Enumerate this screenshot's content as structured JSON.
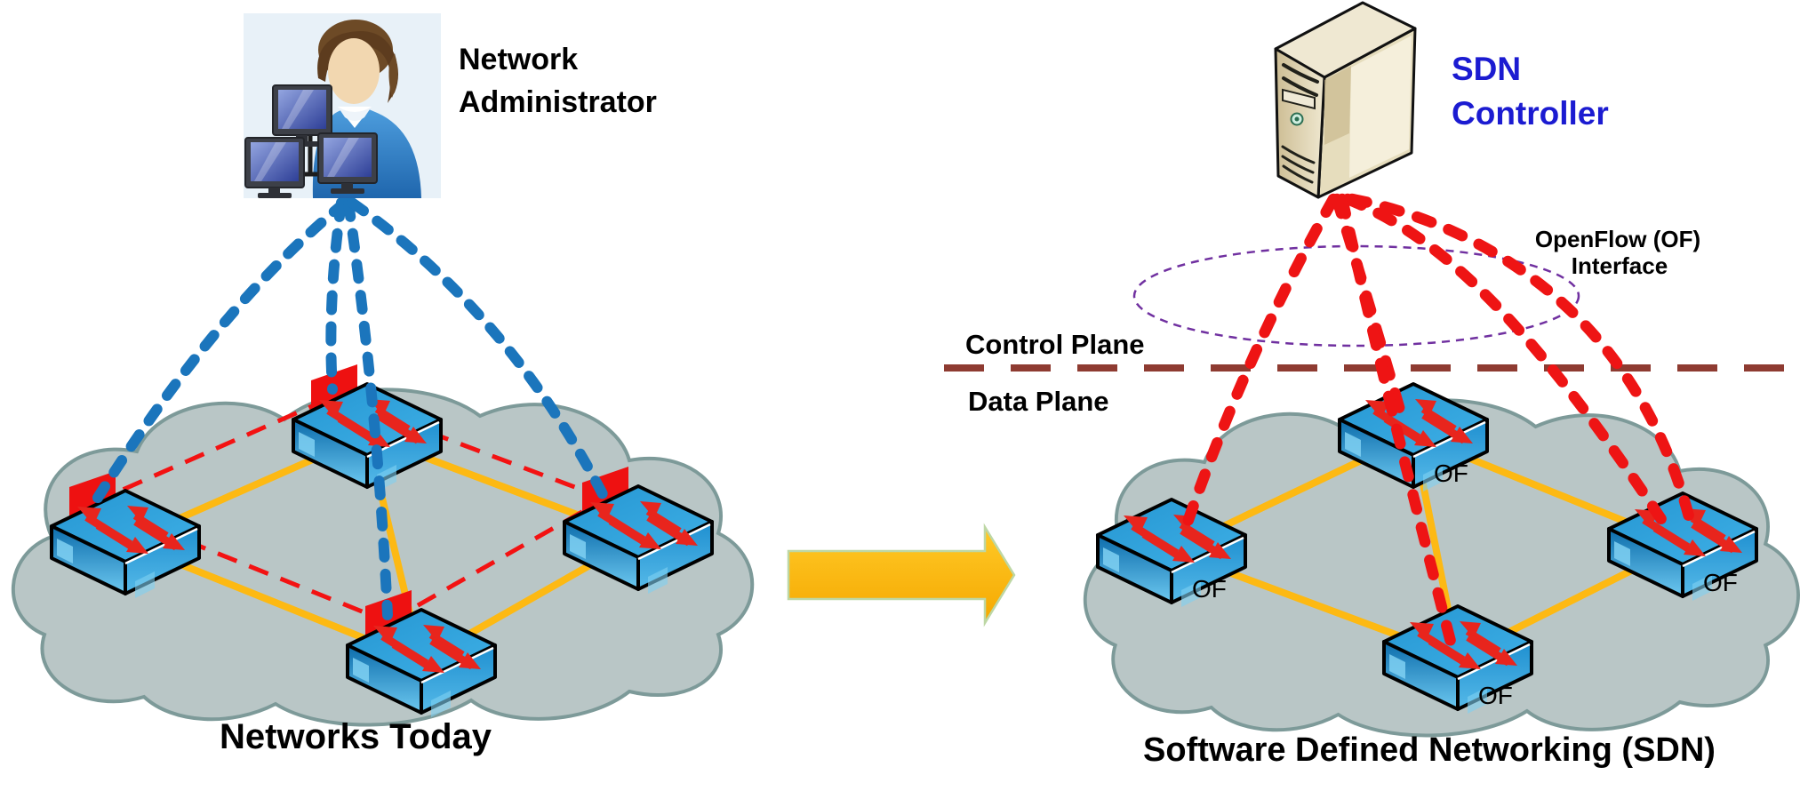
{
  "left_panel": {
    "caption": "Networks Today",
    "admin": {
      "label_line1": "Network",
      "label_line2": "Administrator",
      "icon": "network-administrator-icon"
    },
    "firewall_icon": "red-config-panel-icon",
    "switch_icon": "network-switch-icon",
    "link_types": {
      "admin_link": "blue-dashed-management-link",
      "legacy_link": "red-dashed-control-link",
      "data_link": "yellow-data-link"
    }
  },
  "transition": {
    "icon": "right-block-arrow-icon"
  },
  "right_panel": {
    "caption": "Software Defined Networking (SDN)",
    "controller": {
      "label_line1": "SDN",
      "label_line2": "Controller",
      "icon": "server-tower-icon"
    },
    "openflow": {
      "label_line1": "OpenFlow (OF)",
      "label_line2": "Interface",
      "scope_icon": "purple-dashed-ellipse"
    },
    "planes": {
      "control": "Control Plane",
      "data": "Data Plane",
      "divider_icon": "dark-red-dashed-divider"
    },
    "switch_label": "OF",
    "switch_icon": "openflow-switch-icon"
  },
  "colors": {
    "admin_link_blue": "#1b75bc",
    "controller_link_red": "#ee1414",
    "legacy_link_red": "#f31212",
    "data_link_yellow": "#fdb913",
    "plane_divider_brown": "#8e3b31",
    "openflow_ellipse_purple": "#7030a0",
    "cloud_fill": "#b9c6c6",
    "cloud_stroke": "#7d9a99",
    "controller_label_blue": "#1b1bd1",
    "arrow_gold": "#ffc000",
    "switch_blue": "#1e8fd0",
    "flag_red": "#ee1111"
  }
}
